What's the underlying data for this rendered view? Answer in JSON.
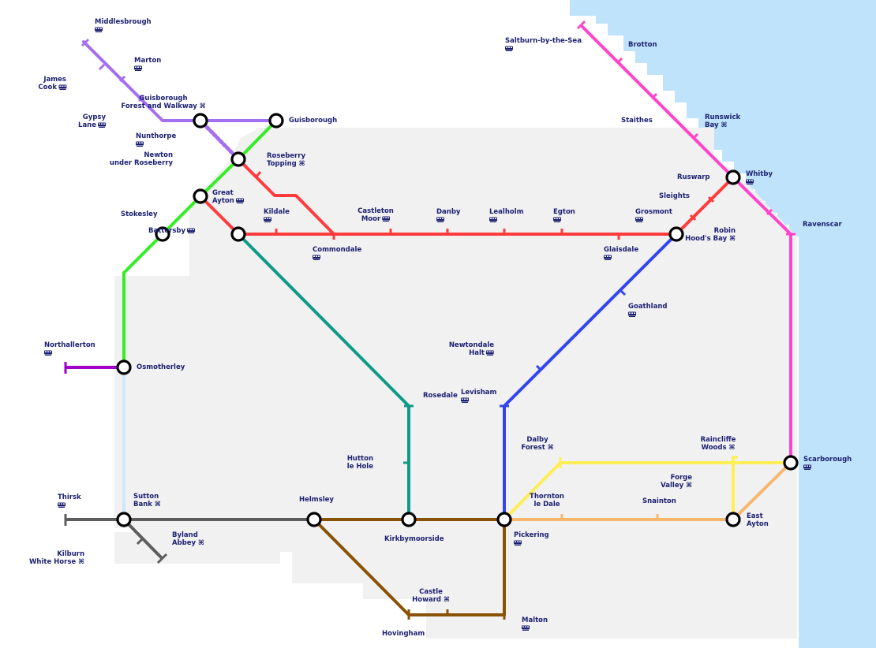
{
  "colors": {
    "sea": "#bfe3fb",
    "land": "#f1f1f1",
    "label": "#1a1f71",
    "lines": {
      "purple": "#a46ff0",
      "green": "#33ee22",
      "red": "#ff3b3b",
      "teal": "#0f9a86",
      "blue": "#3346ee",
      "magenta": "#ff44cc",
      "yellow": "#ffee55",
      "orange": "#f7b66c",
      "brown": "#8a5206",
      "grey": "#5d5d5d",
      "violet": "#a100c8",
      "lightblue": "#cfe6fb"
    }
  },
  "stations": [
    {
      "id": "middlesbrough",
      "lines": [
        "Middlesbrough"
      ],
      "icon": "train-icon"
    },
    {
      "id": "marton",
      "lines": [
        "Marton"
      ],
      "icon": "train-icon"
    },
    {
      "id": "james-cook",
      "lines": [
        "James",
        "Cook"
      ],
      "icon": "train-icon"
    },
    {
      "id": "gypsy-lane",
      "lines": [
        "Gypsy",
        "Lane"
      ],
      "icon": "train-icon"
    },
    {
      "id": "nunthorpe",
      "lines": [
        "Nunthorpe"
      ],
      "icon": "train-icon"
    },
    {
      "id": "guisborough-forest",
      "lines": [
        "Guisborough",
        "Forest and Walkway ⌘"
      ],
      "icon": ""
    },
    {
      "id": "guisborough",
      "lines": [
        "Guisborough"
      ],
      "icon": ""
    },
    {
      "id": "newton-under-roseberry",
      "lines": [
        "Newton",
        "under Roseberry"
      ],
      "icon": ""
    },
    {
      "id": "roseberry-topping",
      "lines": [
        "Roseberry",
        "Topping ⌘"
      ],
      "icon": ""
    },
    {
      "id": "great-ayton",
      "lines": [
        "Great",
        "Ayton"
      ],
      "icon": "train-icon"
    },
    {
      "id": "stokesley",
      "lines": [
        "Stokesley"
      ],
      "icon": ""
    },
    {
      "id": "battersby",
      "lines": [
        "Battersby"
      ],
      "icon": "train-icon"
    },
    {
      "id": "kildale",
      "lines": [
        "Kildale"
      ],
      "icon": "train-icon"
    },
    {
      "id": "commondale",
      "lines": [
        "Commondale"
      ],
      "icon": "train-icon"
    },
    {
      "id": "castleton-moor",
      "lines": [
        "Castleton",
        "Moor"
      ],
      "icon": "train-icon"
    },
    {
      "id": "danby",
      "lines": [
        "Danby"
      ],
      "icon": "train-icon"
    },
    {
      "id": "lealholm",
      "lines": [
        "Lealholm"
      ],
      "icon": "train-icon"
    },
    {
      "id": "egton",
      "lines": [
        "Egton"
      ],
      "icon": "train-icon"
    },
    {
      "id": "glaisdale",
      "lines": [
        "Glaisdale"
      ],
      "icon": "train-icon"
    },
    {
      "id": "grosmont",
      "lines": [
        "Grosmont"
      ],
      "icon": "train-icon"
    },
    {
      "id": "sleights",
      "lines": [
        "Sleights"
      ],
      "icon": ""
    },
    {
      "id": "ruswarp",
      "lines": [
        "Ruswarp"
      ],
      "icon": ""
    },
    {
      "id": "whitby",
      "lines": [
        "Whitby"
      ],
      "icon": "train-icon"
    },
    {
      "id": "saltburn",
      "lines": [
        "Saltburn-by-the-Sea"
      ],
      "icon": "train-icon"
    },
    {
      "id": "brotton",
      "lines": [
        "Brotton"
      ],
      "icon": ""
    },
    {
      "id": "staithes",
      "lines": [
        "Staithes"
      ],
      "icon": ""
    },
    {
      "id": "runswick-bay",
      "lines": [
        "Runswick",
        "Bay ⌘"
      ],
      "icon": ""
    },
    {
      "id": "robin-hoods-bay",
      "lines": [
        "Robin",
        "Hood's Bay ⌘"
      ],
      "icon": ""
    },
    {
      "id": "ravenscar",
      "lines": [
        "Ravenscar"
      ],
      "icon": ""
    },
    {
      "id": "goathland",
      "lines": [
        "Goathland"
      ],
      "icon": "train-icon"
    },
    {
      "id": "newtondale-halt",
      "lines": [
        "Newtondale",
        "Halt"
      ],
      "icon": "train-icon"
    },
    {
      "id": "levisham",
      "lines": [
        "Levisham"
      ],
      "icon": "train-icon"
    },
    {
      "id": "rosedale",
      "lines": [
        "Rosedale"
      ],
      "icon": ""
    },
    {
      "id": "hutton-le-hole",
      "lines": [
        "Hutton",
        "le Hole"
      ],
      "icon": ""
    },
    {
      "id": "northallerton",
      "lines": [
        "Northallerton"
      ],
      "icon": "train-icon"
    },
    {
      "id": "osmotherley",
      "lines": [
        "Osmotherley"
      ],
      "icon": ""
    },
    {
      "id": "thirsk",
      "lines": [
        "Thirsk"
      ],
      "icon": "train-icon"
    },
    {
      "id": "sutton-bank",
      "lines": [
        "Sutton",
        "Bank ⌘"
      ],
      "icon": ""
    },
    {
      "id": "byland-abbey",
      "lines": [
        "Byland",
        "Abbey ⌘"
      ],
      "icon": ""
    },
    {
      "id": "kilburn-white-horse",
      "lines": [
        "Kilburn",
        "White Horse ⌘"
      ],
      "icon": ""
    },
    {
      "id": "helmsley",
      "lines": [
        "Helmsley"
      ],
      "icon": ""
    },
    {
      "id": "kirkbymoorside",
      "lines": [
        "Kirkbymoorside"
      ],
      "icon": ""
    },
    {
      "id": "pickering",
      "lines": [
        "Pickering"
      ],
      "icon": "train-icon"
    },
    {
      "id": "castle-howard",
      "lines": [
        "Castle",
        "Howard ⌘"
      ],
      "icon": ""
    },
    {
      "id": "hovingham",
      "lines": [
        "Hovingham"
      ],
      "icon": ""
    },
    {
      "id": "malton",
      "lines": [
        "Malton"
      ],
      "icon": "train-icon"
    },
    {
      "id": "dalby-forest",
      "lines": [
        "Dalby",
        "Forest ⌘"
      ],
      "icon": ""
    },
    {
      "id": "thornton-le-dale",
      "lines": [
        "Thornton",
        "le Dale"
      ],
      "icon": ""
    },
    {
      "id": "snainton",
      "lines": [
        "Snainton"
      ],
      "icon": ""
    },
    {
      "id": "raincliffe-woods",
      "lines": [
        "Raincliffe",
        "Woods ⌘"
      ],
      "icon": ""
    },
    {
      "id": "forge-valley",
      "lines": [
        "Forge",
        "Valley ⌘"
      ],
      "icon": ""
    },
    {
      "id": "east-ayton",
      "lines": [
        "East",
        "Ayton"
      ],
      "icon": ""
    },
    {
      "id": "scarborough",
      "lines": [
        "Scarborough"
      ],
      "icon": "train-icon"
    }
  ]
}
